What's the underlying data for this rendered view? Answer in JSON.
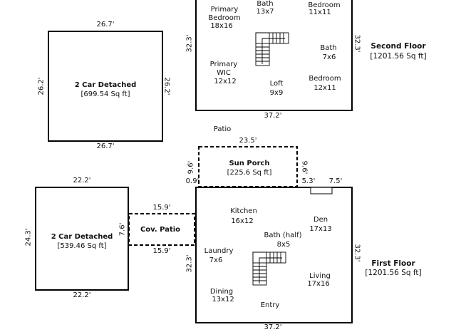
{
  "garage_top": {
    "name": "2 Car Detached",
    "area": "[699.54 Sq ft]",
    "dim_top": "26.7'",
    "dim_bottom": "26.7'",
    "dim_left": "26.2'",
    "dim_right": "26.2'"
  },
  "garage_bottom": {
    "name": "2 Car Detached",
    "area": "[539.46 Sq ft]",
    "dim_top": "22.2'",
    "dim_bottom": "22.2'",
    "dim_left": "24.3'"
  },
  "cov_patio": {
    "name": "Cov. Patio",
    "dim_top": "15.9'",
    "dim_bottom": "15.9'",
    "dim_left": "7.6'"
  },
  "sun_porch": {
    "name": "Sun Porch",
    "area": "[225.6 Sq ft]",
    "dim_top": "23.5'",
    "dim_left": "9.6'",
    "dim_right": "9.6'"
  },
  "patio_label": "Patio",
  "second_floor": {
    "title": "Second Floor",
    "area": "[1201.56 Sq ft]",
    "dim_bottom": "37.2'",
    "dim_left": "32.3'",
    "dim_right": "32.3'",
    "rooms": {
      "primary_bedroom": {
        "name": "Primary\nBedroom",
        "size": "18x16"
      },
      "bath_top": {
        "name": "Bath",
        "size": "13x7"
      },
      "bedroom_top": {
        "name": "Bedroom",
        "size": "11x11"
      },
      "bath_right": {
        "name": "Bath",
        "size": "7x6"
      },
      "primary_wic": {
        "name": "Primary\nWIC",
        "size": "12x12"
      },
      "loft": {
        "name": "Loft",
        "size": "9x9"
      },
      "bedroom_bottom": {
        "name": "Bedroom",
        "size": "12x11"
      }
    }
  },
  "first_floor": {
    "title": "First Floor",
    "area": "[1201.56 Sq ft]",
    "dim_top_left": "0.9'",
    "dim_top_mid": "5.3'",
    "dim_top_right": "7.5'",
    "dim_bottom": "37.2'",
    "dim_left": "32.3'",
    "dim_right": "32.3'",
    "rooms": {
      "kitchen": {
        "name": "Kitchen",
        "size": "16x12"
      },
      "den": {
        "name": "Den",
        "size": "17x13"
      },
      "bath_half": {
        "name": "Bath (half)",
        "size": "8x5"
      },
      "laundry": {
        "name": "Laundry",
        "size": "7x6"
      },
      "living": {
        "name": "Living",
        "size": "17x16"
      },
      "dining": {
        "name": "Dining",
        "size": "13x12"
      },
      "entry": {
        "name": "Entry"
      }
    }
  }
}
